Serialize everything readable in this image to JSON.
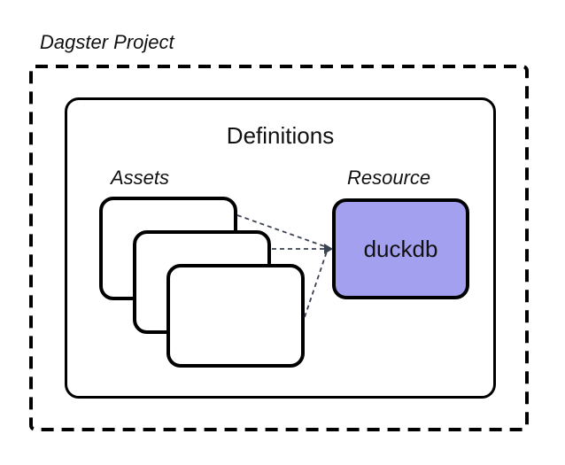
{
  "diagram": {
    "title": "Dagster Project",
    "definitions": {
      "label": "Definitions"
    },
    "assets": {
      "label": "Assets",
      "card_count": 3
    },
    "resource": {
      "label": "Resource",
      "node_label": "duckdb"
    },
    "colors": {
      "background": "#FFFFFF",
      "box_stroke": "#000000",
      "resource_fill": "#A4A0F0",
      "connector_stroke": "#3B4252"
    }
  }
}
